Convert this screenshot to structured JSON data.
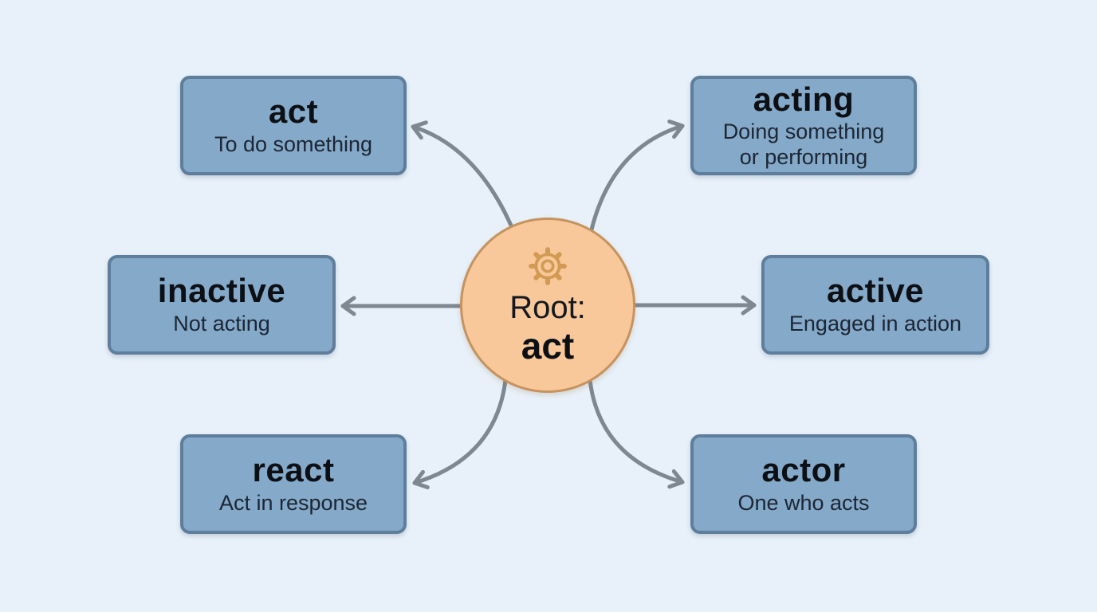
{
  "diagram": {
    "type": "word-root-map",
    "center": {
      "icon": "gear-icon",
      "label_prefix": "Root:",
      "root": "act"
    },
    "nodes": [
      {
        "id": "act",
        "word": "act",
        "definition": "To do something",
        "position": "top-left"
      },
      {
        "id": "acting",
        "word": "acting",
        "definition": "Doing something or performing",
        "position": "top-right"
      },
      {
        "id": "inactive",
        "word": "inactive",
        "definition": "Not acting",
        "position": "middle-left"
      },
      {
        "id": "active",
        "word": "active",
        "definition": "Engaged in action",
        "position": "middle-right"
      },
      {
        "id": "react",
        "word": "react",
        "definition": "Act in response",
        "position": "bottom-left"
      },
      {
        "id": "actor",
        "word": "actor",
        "definition": "One who acts",
        "position": "bottom-right"
      }
    ],
    "colors": {
      "background": "#E8F1FA",
      "box_fill": "#85A9C9",
      "box_border": "#5F7E9C",
      "word_text": "#0C1014",
      "definition_text": "#1C2634",
      "circle_fill": "#F8C89A",
      "circle_border": "#C6935F",
      "gear": "#CC9247",
      "arrow": "#7E8890"
    }
  }
}
